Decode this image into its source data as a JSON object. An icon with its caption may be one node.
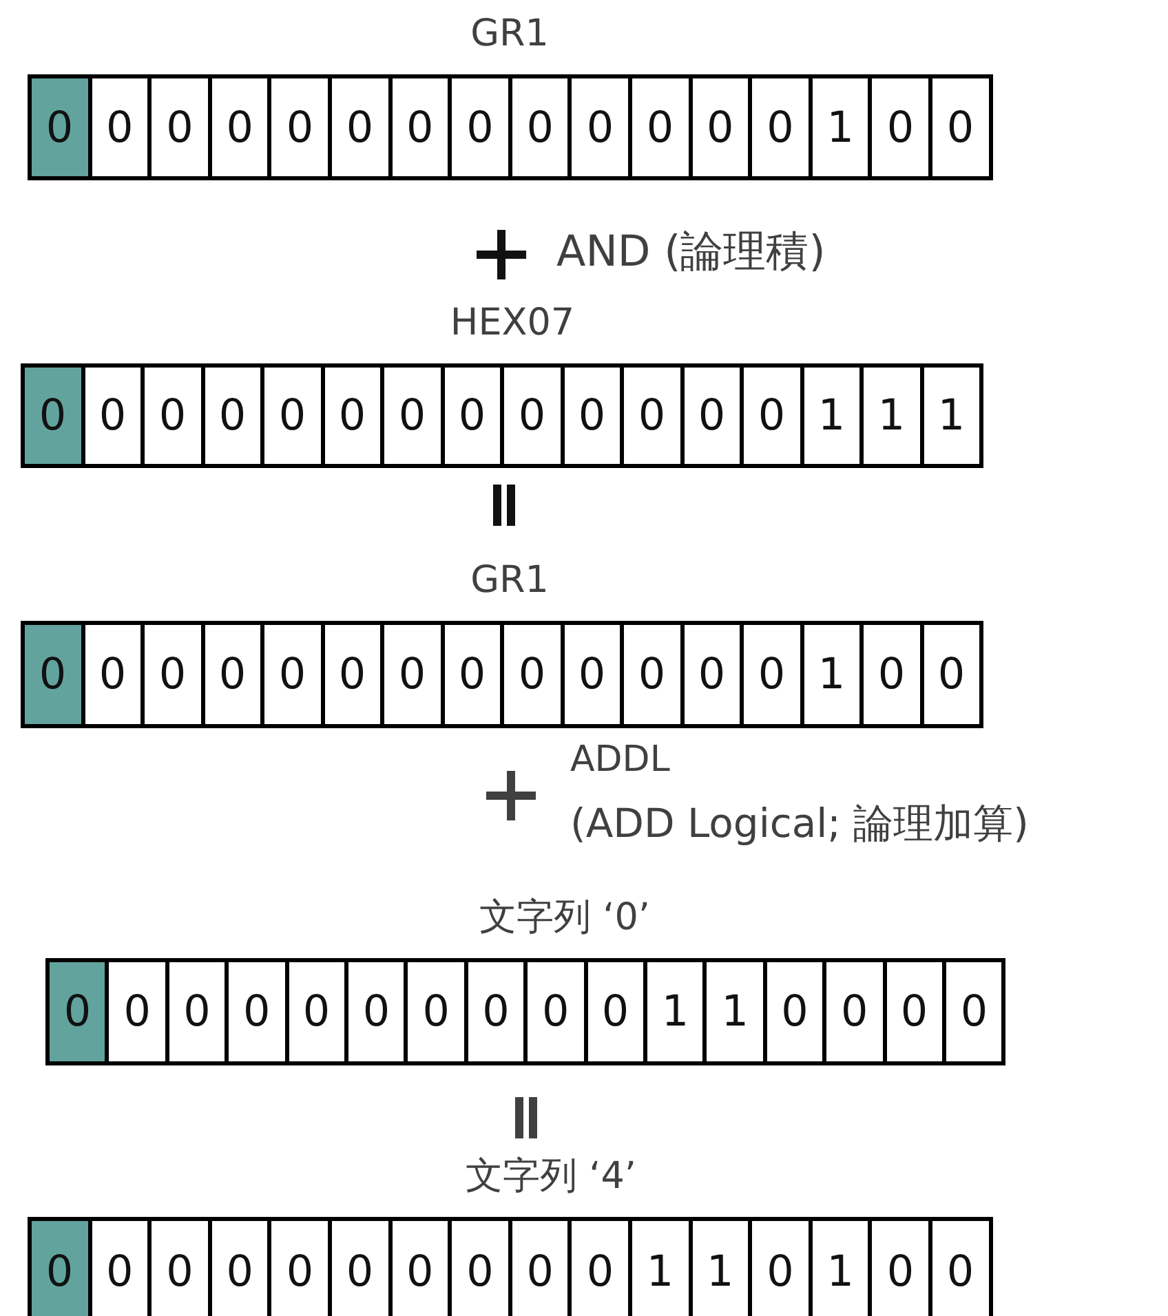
{
  "diagram": {
    "nodes": [
      {
        "text": [
          "GR1"
        ]
      },
      {
        "text": [
          "0"
        ],
        "in": 0
      },
      {
        "text": [
          "0"
        ],
        "in": 0
      },
      {
        "text": [
          "0"
        ],
        "in": 0
      },
      {
        "text": [
          "0"
        ],
        "in": 0
      },
      {
        "text": [
          "0"
        ],
        "in": 0
      },
      {
        "text": [
          "0"
        ],
        "in": 0
      },
      {
        "text": [
          "0"
        ],
        "in": 0
      },
      {
        "text": [
          "0"
        ],
        "in": 0
      },
      {
        "text": [
          "0"
        ],
        "in": 0
      },
      {
        "text": [
          "0"
        ],
        "in": 0
      },
      {
        "text": [
          "0"
        ],
        "in": 0
      },
      {
        "text": [
          "0"
        ],
        "in": 0
      },
      {
        "text": [
          "0"
        ],
        "in": 0
      },
      {
        "text": [
          "1"
        ],
        "in": 0
      },
      {
        "text": [
          "0"
        ],
        "in": 0
      },
      {
        "text": [
          "0"
        ],
        "in": 0
      },
      {
        "text": [
          "HEX07"
        ]
      },
      {
        "text": [
          "0"
        ],
        "in": 17
      },
      {
        "text": [
          "0"
        ],
        "in": 17
      },
      {
        "text": [
          "0"
        ],
        "in": 17
      },
      {
        "text": [
          "0"
        ],
        "in": 17
      },
      {
        "text": [
          "0"
        ],
        "in": 17
      },
      {
        "text": [
          "0"
        ],
        "in": 17
      },
      {
        "text": [
          "0"
        ],
        "in": 17
      },
      {
        "text": [
          "0"
        ],
        "in": 17
      },
      {
        "text": [
          "0"
        ],
        "in": 17
      },
      {
        "text": [
          "0"
        ],
        "in": 17
      },
      {
        "text": [
          "0"
        ],
        "in": 17
      },
      {
        "text": [
          "0"
        ],
        "in": 17
      },
      {
        "text": [
          "0"
        ],
        "in": 17
      },
      {
        "text": [
          "1"
        ],
        "in": 17
      },
      {
        "text": [
          "1"
        ],
        "in": 17
      },
      {
        "text": [
          "1"
        ],
        "in": 17
      },
      {
        "text": [
          "GR1"
        ]
      },
      {
        "text": [
          "0"
        ],
        "in": 34
      },
      {
        "text": [
          "0"
        ],
        "in": 34
      },
      {
        "text": [
          "0"
        ],
        "in": 34
      },
      {
        "text": [
          "0"
        ],
        "in": 34
      },
      {
        "text": [
          "0"
        ],
        "in": 34
      },
      {
        "text": [
          "0"
        ],
        "in": 34
      },
      {
        "text": [
          "0"
        ],
        "in": 34
      },
      {
        "text": [
          "0"
        ],
        "in": 34
      },
      {
        "text": [
          "0"
        ],
        "in": 34
      },
      {
        "text": [
          "0"
        ],
        "in": 34
      },
      {
        "text": [
          "0"
        ],
        "in": 34
      },
      {
        "text": [
          "0"
        ],
        "in": 34
      },
      {
        "text": [
          "0"
        ],
        "in": 34
      },
      {
        "text": [
          "1"
        ],
        "in": 34
      },
      {
        "text": [
          "0"
        ],
        "in": 34
      },
      {
        "text": [
          "0"
        ],
        "in": 34
      },
      {
        "text": [
          "文字列 ‘0’"
        ]
      },
      {
        "text": [
          "0"
        ],
        "in": 51
      },
      {
        "text": [
          "0"
        ],
        "in": 51
      },
      {
        "text": [
          "0"
        ],
        "in": 51
      },
      {
        "text": [
          "0"
        ],
        "in": 51
      },
      {
        "text": [
          "0"
        ],
        "in": 51
      },
      {
        "text": [
          "0"
        ],
        "in": 51
      },
      {
        "text": [
          "0"
        ],
        "in": 51
      },
      {
        "text": [
          "0"
        ],
        "in": 51
      },
      {
        "text": [
          "0"
        ],
        "in": 51
      },
      {
        "text": [
          "0"
        ],
        "in": 51
      },
      {
        "text": [
          "1"
        ],
        "in": 51
      },
      {
        "text": [
          "1"
        ],
        "in": 51
      },
      {
        "text": [
          "0"
        ],
        "in": 51
      },
      {
        "text": [
          "0"
        ],
        "in": 51
      },
      {
        "text": [
          "0"
        ],
        "in": 51
      },
      {
        "text": [
          "0"
        ],
        "in": 51
      },
      {
        "text": [
          "文字列 ‘4’"
        ]
      },
      {
        "text": [
          "0"
        ],
        "in": 68
      },
      {
        "text": [
          "0"
        ],
        "in": 68
      },
      {
        "text": [
          "0"
        ],
        "in": 68
      },
      {
        "text": [
          "0"
        ],
        "in": 68
      },
      {
        "text": [
          "0"
        ],
        "in": 68
      },
      {
        "text": [
          "0"
        ],
        "in": 68
      },
      {
        "text": [
          "0"
        ],
        "in": 68
      },
      {
        "text": [
          "0"
        ],
        "in": 68
      },
      {
        "text": [
          "0"
        ],
        "in": 68
      },
      {
        "text": [
          "0"
        ],
        "in": 68
      },
      {
        "text": [
          "1"
        ],
        "in": 68
      },
      {
        "text": [
          "1"
        ],
        "in": 68
      },
      {
        "text": [
          "0"
        ],
        "in": 68
      },
      {
        "text": [
          "1"
        ],
        "in": 68
      },
      {
        "text": [
          "0"
        ],
        "in": 68
      },
      {
        "text": [
          "0"
        ],
        "in": 68
      }
    ],
    "labels": [
      "AND (論理積)",
      "ADDL",
      "(ADD Logical; 論理加算)"
    ]
  }
}
